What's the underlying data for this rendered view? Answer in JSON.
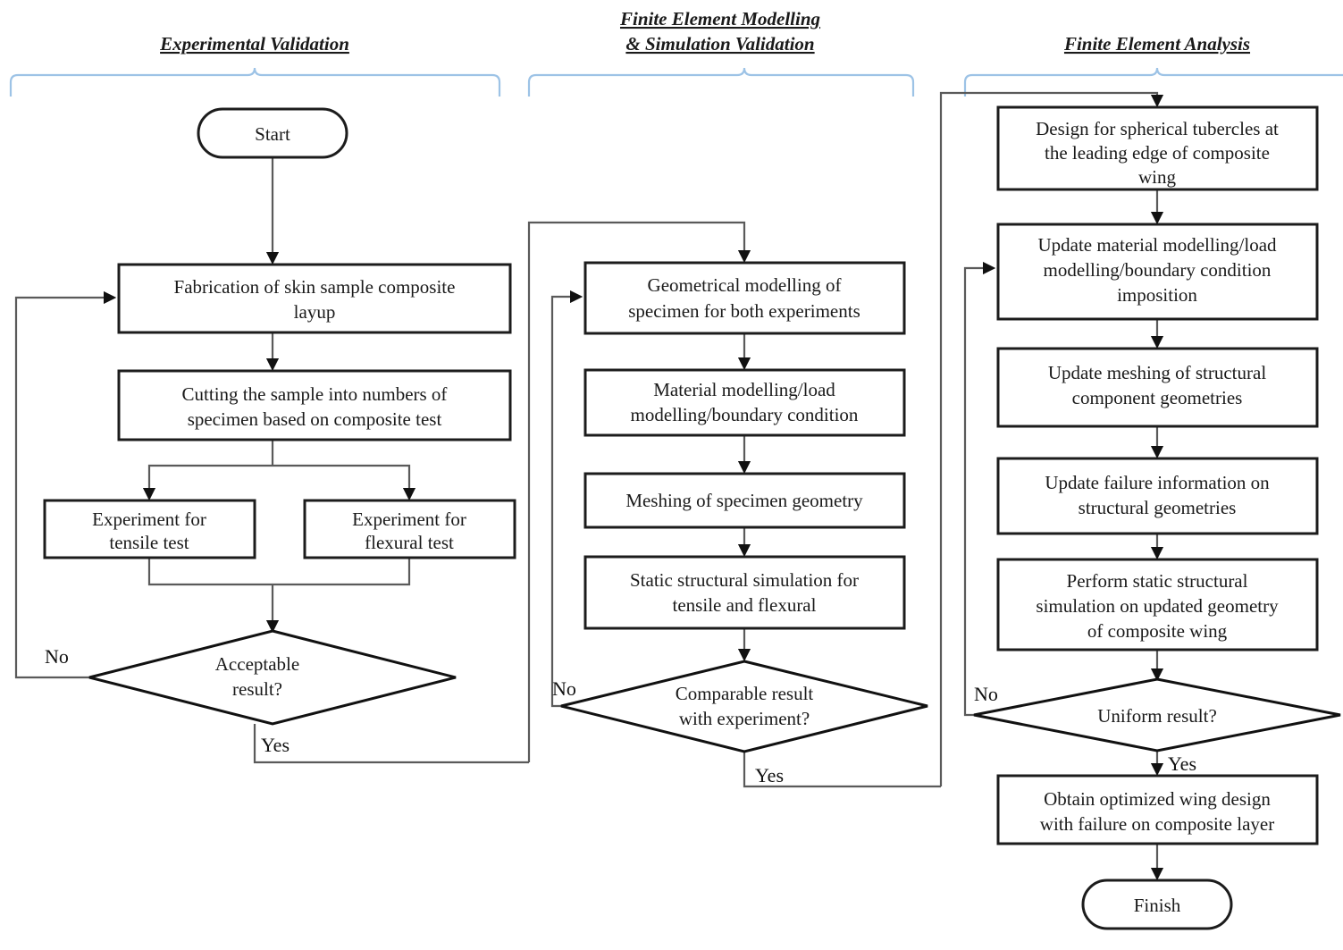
{
  "diagram": {
    "title": "Research methodology flowchart for composite wing design",
    "sections": [
      {
        "id": "experimental-validation",
        "label": "Experimental Validation"
      },
      {
        "id": "fem-simulation-validation",
        "label_line1": "Finite Element Modelling",
        "label_line2": "& Simulation Validation"
      },
      {
        "id": "finite-element-analysis",
        "label": "Finite Element Analysis"
      }
    ],
    "colors": {
      "brace": "#9dc3e6",
      "node_stroke": "#1c1c1c",
      "flow_stroke": "#5a5a5a",
      "text": "#1a1a1a",
      "background": "#ffffff"
    },
    "column1": {
      "start": {
        "label": "Start",
        "shape": "terminator"
      },
      "nodes": [
        {
          "id": "fabrication",
          "shape": "process",
          "line1": "Fabrication of  skin sample composite",
          "line2": "layup"
        },
        {
          "id": "cutting",
          "shape": "process",
          "line1": "Cutting the sample into numbers of",
          "line2": "specimen based on composite test"
        },
        {
          "id": "tensile",
          "shape": "process",
          "line1": "Experiment for",
          "line2": "tensile test"
        },
        {
          "id": "flexural",
          "shape": "process",
          "line1": "Experiment for",
          "line2": "flexural test"
        }
      ],
      "decision": {
        "id": "acceptable",
        "shape": "decision",
        "line1": "Acceptable",
        "line2": "result?"
      },
      "edge_labels": {
        "no": "No",
        "yes": "Yes"
      }
    },
    "column2": {
      "nodes": [
        {
          "id": "geom-modelling",
          "shape": "process",
          "line1": "Geometrical modelling of",
          "line2": "specimen for both experiments"
        },
        {
          "id": "material-modelling",
          "shape": "process",
          "line1": "Material  modelling/load",
          "line2": "modelling/boundary condition"
        },
        {
          "id": "meshing",
          "shape": "process",
          "line1": "Meshing of specimen geometry",
          "line2": ""
        },
        {
          "id": "static-sim",
          "shape": "process",
          "line1": "Static structural simulation for",
          "line2": "tensile and flexural"
        }
      ],
      "decision": {
        "id": "comparable",
        "shape": "decision",
        "line1": "Comparable result",
        "line2": "with experiment?"
      },
      "edge_labels": {
        "no": "No",
        "yes": "Yes"
      }
    },
    "column3": {
      "nodes": [
        {
          "id": "design-tubercles",
          "shape": "process",
          "line1": "Design for spherical  tubercles at",
          "line2": "the leading edge of composite",
          "line3": "wing"
        },
        {
          "id": "update-material",
          "shape": "process",
          "line1": "Update material modelling/load",
          "line2": "modelling/boundary condition",
          "line3": "imposition"
        },
        {
          "id": "update-meshing",
          "shape": "process",
          "line1": "Update meshing of structural",
          "line2": "component geometries",
          "line3": ""
        },
        {
          "id": "update-failure",
          "shape": "process",
          "line1": "Update failure information on",
          "line2": "structural geometries",
          "line3": ""
        },
        {
          "id": "perform-static",
          "shape": "process",
          "line1": "Perform static structural",
          "line2": "simulation on updated geometry",
          "line3": "of composite wing"
        }
      ],
      "decision": {
        "id": "uniform",
        "shape": "decision",
        "line1": "Uniform result?",
        "line2": ""
      },
      "result": {
        "id": "obtain-design",
        "shape": "process",
        "line1": "Obtain optimized wing design",
        "line2": "with failure on composite layer"
      },
      "finish": {
        "label": "Finish",
        "shape": "terminator"
      },
      "edge_labels": {
        "no": "No",
        "yes": "Yes"
      }
    }
  }
}
